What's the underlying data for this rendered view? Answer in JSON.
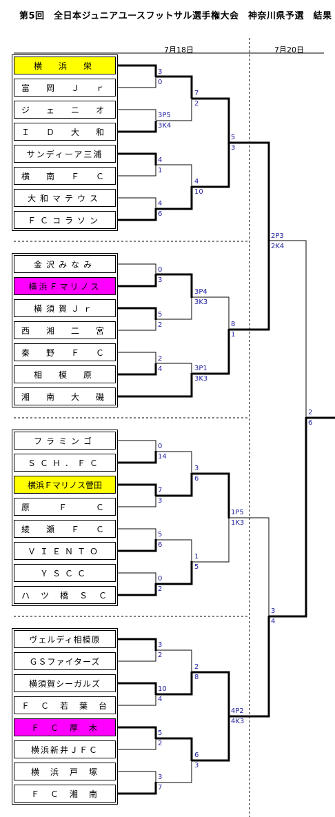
{
  "header": {
    "title": "第5回　全日本ジュニアユースフットサル選手権大会　神奈川県予選　結果",
    "date1": "7月18日",
    "date2": "7月20日"
  },
  "teams": [
    {
      "name": "横　浜　栄",
      "bg": "#ffff00"
    },
    {
      "name": "富　岡　Ｊ　ｒ",
      "bg": "#ffffff"
    },
    {
      "name": "ジ　ェ　ニ　オ",
      "bg": "#ffffff"
    },
    {
      "name": "Ｉ　Ｄ　大　和",
      "bg": "#ffffff"
    },
    {
      "name": "サンディーア三浦",
      "bg": "#ffffff"
    },
    {
      "name": "横　南　Ｆ　Ｃ",
      "bg": "#ffffff"
    },
    {
      "name": "大和マテウス",
      "bg": "#ffffff"
    },
    {
      "name": "ＦＣコラソン",
      "bg": "#ffffff"
    },
    {
      "name": "金沢みなみ",
      "bg": "#ffffff"
    },
    {
      "name": "横浜Ｆマリノス",
      "bg": "#ff00ff"
    },
    {
      "name": "横須賀Ｊｒ",
      "bg": "#ffffff"
    },
    {
      "name": "西　湘　二　宮",
      "bg": "#ffffff"
    },
    {
      "name": "秦　野　Ｆ　Ｃ",
      "bg": "#ffffff"
    },
    {
      "name": "相　模　原",
      "bg": "#ffffff"
    },
    {
      "name": "湘　南　大　磯",
      "bg": "#ffffff"
    },
    {
      "name": "フラミンゴ",
      "bg": "#ffffff"
    },
    {
      "name": "ＳＣＨ．ＦＣ",
      "bg": "#ffffff"
    },
    {
      "name": "横浜Ｆマリノス菅田",
      "bg": "#ffff00"
    },
    {
      "name": "原　　Ｆ　　Ｃ",
      "bg": "#ffffff"
    },
    {
      "name": "綾　瀬　Ｆ　Ｃ",
      "bg": "#ffffff"
    },
    {
      "name": "ＶＩＥＮＴＯ",
      "bg": "#ffffff"
    },
    {
      "name": "ＹＳＣＣ",
      "bg": "#ffffff"
    },
    {
      "name": "ハ　ツ　橋　Ｓ　Ｃ",
      "bg": "#ffffff"
    },
    {
      "name": "ヴェルディ相模原",
      "bg": "#ffffff"
    },
    {
      "name": "ＧＳファイターズ",
      "bg": "#ffffff"
    },
    {
      "name": "横須賀シーガルズ",
      "bg": "#ffffff"
    },
    {
      "name": "Ｆ　Ｃ　若　葉　台",
      "bg": "#ffffff"
    },
    {
      "name": "Ｆ　Ｃ　厚　木",
      "bg": "#ff00ff"
    },
    {
      "name": "横浜新井ＪＦＣ",
      "bg": "#ffffff"
    },
    {
      "name": "横　浜　戸　塚",
      "bg": "#ffffff"
    },
    {
      "name": "Ｆ　Ｃ　湘　南",
      "bg": "#ffffff"
    }
  ],
  "scores": {
    "r1": [
      "3",
      "0",
      "3P5",
      "3K4",
      "4",
      "1",
      "4",
      "6",
      "0",
      "3",
      "5",
      "2",
      "2",
      "4",
      "0",
      "14",
      "7",
      "3",
      "5",
      "6",
      "0",
      "2",
      "3",
      "2",
      "10",
      "4",
      "5",
      "2",
      "3",
      "7"
    ],
    "r2": [
      "7",
      "2",
      "4",
      "10",
      "3P4",
      "3K3",
      "3P1",
      "3K3",
      "3",
      "6",
      "1",
      "5",
      "2",
      "8",
      "6",
      "3"
    ],
    "r3": [
      "5",
      "3",
      "8",
      "1",
      "1P5",
      "1K3",
      "4P2",
      "4K3"
    ],
    "r4": [
      "2P3",
      "2K4",
      "3",
      "4"
    ],
    "final": [
      "2",
      "6"
    ]
  },
  "colors": {
    "winner_highlight": "#ffff00",
    "champion_highlight": "#ff00ff",
    "score_text": "#2020a0"
  }
}
